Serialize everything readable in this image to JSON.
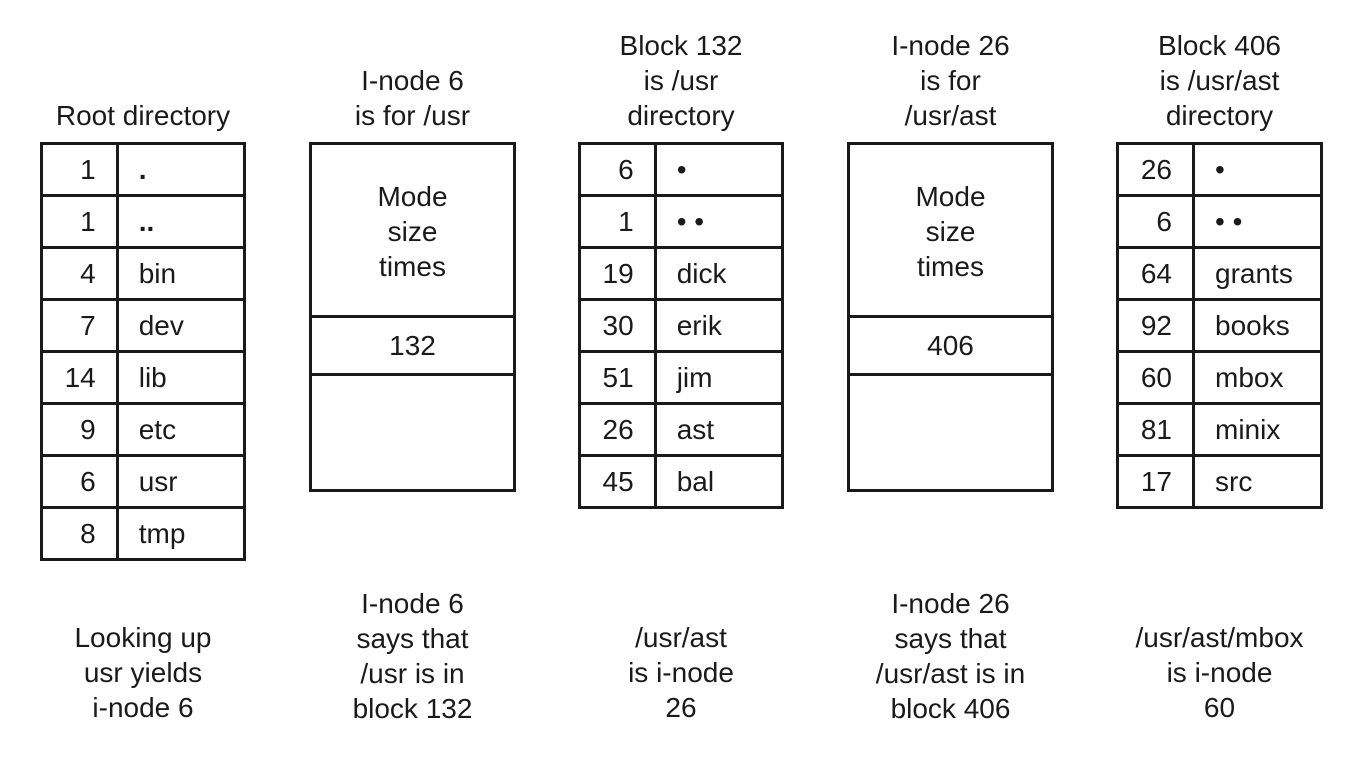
{
  "columns": [
    {
      "heading": "Root directory",
      "entries": [
        {
          "inode": "1",
          "name": "."
        },
        {
          "inode": "1",
          "name": ".."
        },
        {
          "inode": "4",
          "name": "bin"
        },
        {
          "inode": "7",
          "name": "dev"
        },
        {
          "inode": "14",
          "name": "lib"
        },
        {
          "inode": "9",
          "name": "etc"
        },
        {
          "inode": "6",
          "name": "usr"
        },
        {
          "inode": "8",
          "name": "tmp"
        }
      ],
      "caption": "Looking up\nusr yields\ni-node 6"
    },
    {
      "heading": "I-node 6\nis for /usr",
      "attributes": "Mode\nsize\ntimes",
      "block": "132",
      "caption": "I-node 6\nsays that\n/usr is in\nblock 132"
    },
    {
      "heading": "Block 132\nis /usr\ndirectory",
      "entries": [
        {
          "inode": "6",
          "name": "•"
        },
        {
          "inode": "1",
          "name": "• •"
        },
        {
          "inode": "19",
          "name": "dick"
        },
        {
          "inode": "30",
          "name": "erik"
        },
        {
          "inode": "51",
          "name": "jim"
        },
        {
          "inode": "26",
          "name": "ast"
        },
        {
          "inode": "45",
          "name": "bal"
        }
      ],
      "caption": "/usr/ast\nis i-node\n26"
    },
    {
      "heading": "I-node 26\nis for\n/usr/ast",
      "attributes": "Mode\nsize\ntimes",
      "block": "406",
      "caption": "I-node 26\nsays that\n/usr/ast is in\nblock 406"
    },
    {
      "heading": "Block 406\nis /usr/ast\ndirectory",
      "entries": [
        {
          "inode": "26",
          "name": "•"
        },
        {
          "inode": "6",
          "name": "• •"
        },
        {
          "inode": "64",
          "name": "grants"
        },
        {
          "inode": "92",
          "name": "books"
        },
        {
          "inode": "60",
          "name": "mbox"
        },
        {
          "inode": "81",
          "name": "minix"
        },
        {
          "inode": "17",
          "name": "src"
        }
      ],
      "caption": "/usr/ast/mbox\nis i-node\n60"
    }
  ]
}
